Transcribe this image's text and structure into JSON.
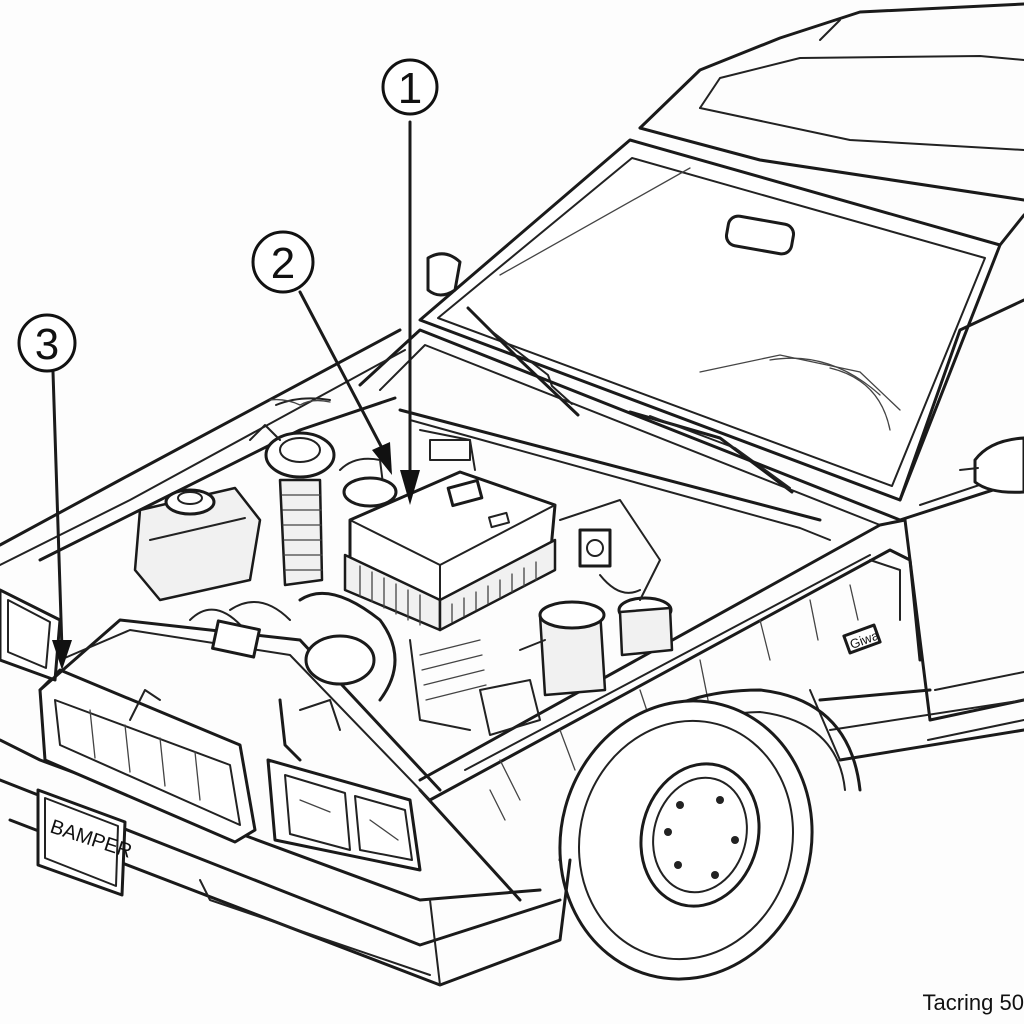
{
  "callouts": {
    "c1": "1",
    "c2": "2",
    "c3": "3"
  },
  "plate_text": "BAMPER",
  "fender_badge": "Giwa",
  "footer_text": "Tacring 50",
  "colors": {
    "line": "#1a1a1a",
    "background": "#fdfdfd"
  }
}
